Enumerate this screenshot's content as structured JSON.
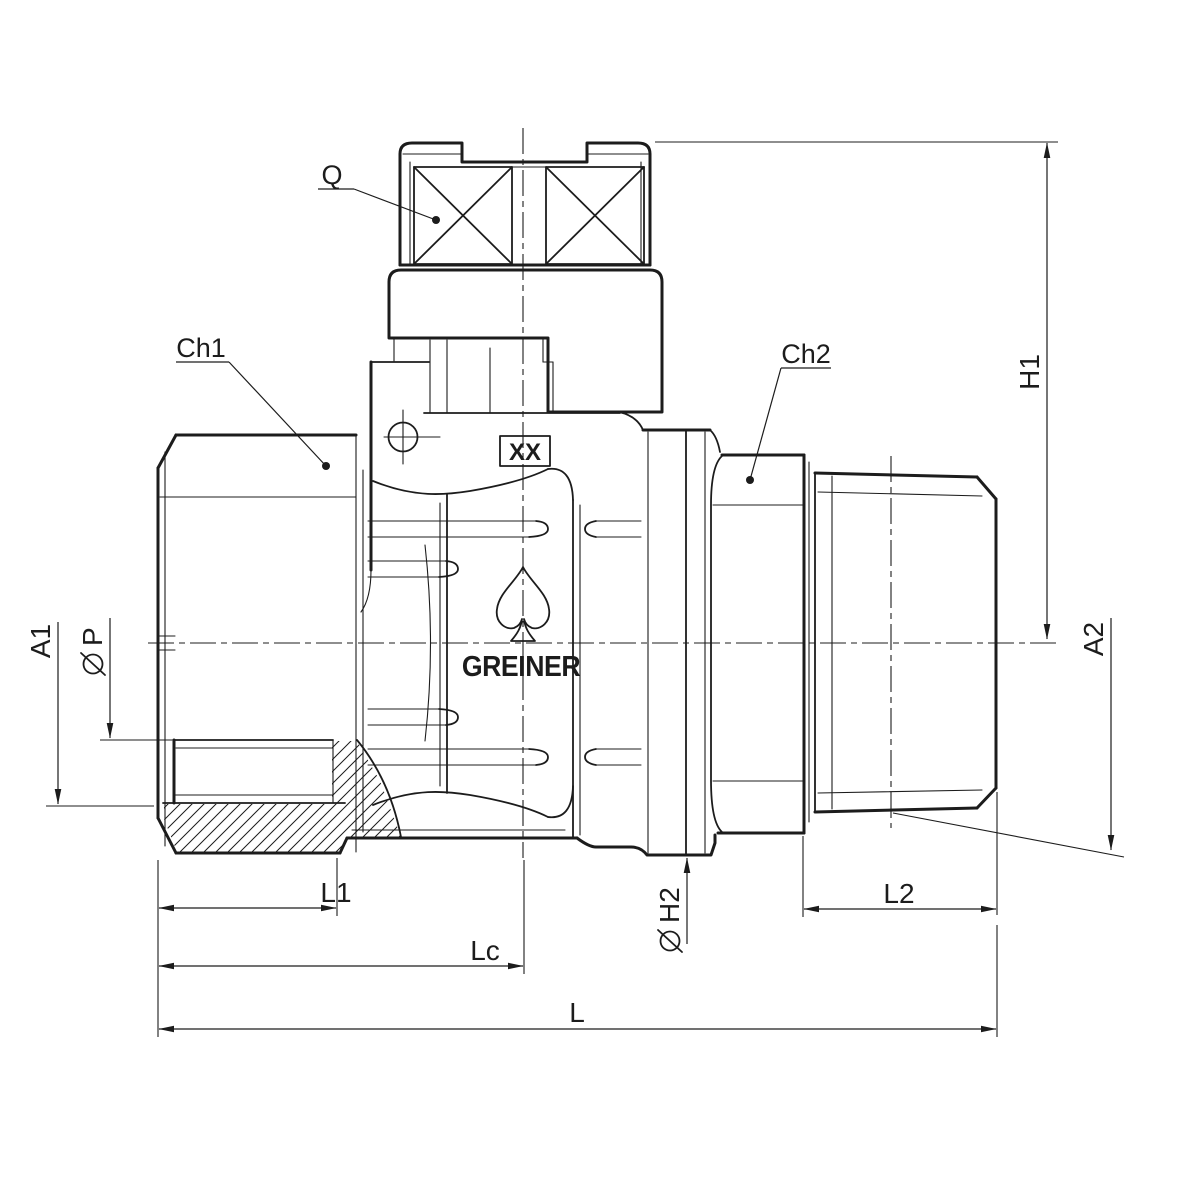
{
  "drawing": {
    "type": "engineering-drawing",
    "subject": "ball-valve-side-view",
    "brand": "GREINER",
    "stamp": "XX",
    "labels": {
      "q": "Q",
      "ch1": "Ch1",
      "ch2": "Ch2",
      "h1": "H1",
      "a1": "A1",
      "a2": "A2",
      "p": "P",
      "h2": "H2",
      "l1": "L1",
      "lc": "Lc",
      "l2": "L2",
      "l": "L"
    },
    "icons": {
      "spade": "spade-outline-logo",
      "diameter": "diameter-symbol"
    },
    "colors": {
      "line": "#1c1c1c",
      "background": "#ffffff"
    }
  }
}
